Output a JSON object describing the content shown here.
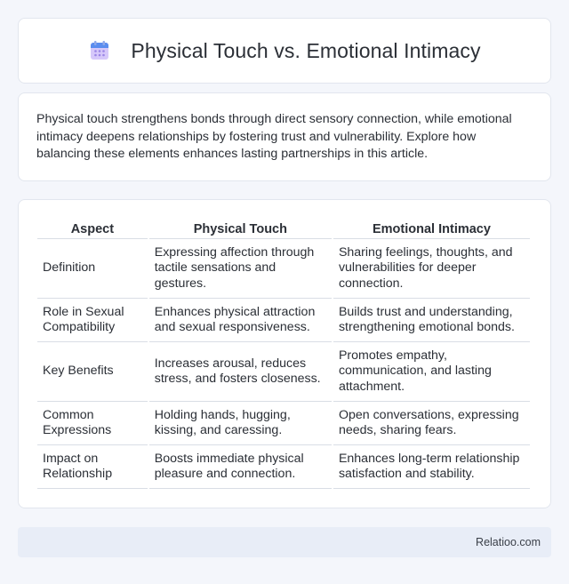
{
  "header": {
    "title": "Physical Touch vs. Emotional Intimacy",
    "icon": "calendar-icon"
  },
  "intro": {
    "text": "Physical touch strengthens bonds through direct sensory connection, while emotional intimacy deepens relationships by fostering trust and vulnerability. Explore how balancing these elements enhances lasting partnerships in this article."
  },
  "table": {
    "headers": [
      "Aspect",
      "Physical Touch",
      "Emotional Intimacy"
    ],
    "rows": [
      [
        "Definition",
        "Expressing affection through tactile sensations and gestures.",
        "Sharing feelings, thoughts, and vulnerabilities for deeper connection."
      ],
      [
        "Role in Sexual Compatibility",
        "Enhances physical attraction and sexual responsiveness.",
        "Builds trust and understanding, strengthening emotional bonds."
      ],
      [
        "Key Benefits",
        "Increases arousal, reduces stress, and fosters closeness.",
        "Promotes empathy, communication, and lasting attachment."
      ],
      [
        "Common Expressions",
        "Holding hands, hugging, kissing, and caressing.",
        "Open conversations, expressing needs, sharing fears."
      ],
      [
        "Impact on Relationship",
        "Boosts immediate physical pleasure and connection.",
        "Enhances long-term relationship satisfaction and stability."
      ]
    ]
  },
  "footer": {
    "brand": "Relatioo.com"
  },
  "colors": {
    "icon_top": "#5b8def",
    "icon_body": "#c9b8f5",
    "footer_bg": "#e8edf7"
  }
}
